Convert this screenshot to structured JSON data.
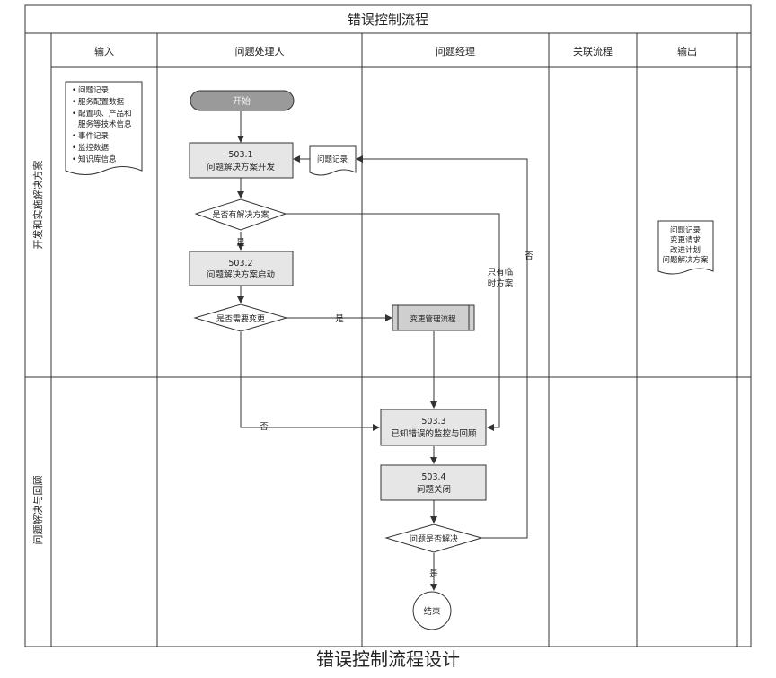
{
  "title": "错误控制流程",
  "caption": "错误控制流程设计",
  "lanes": [
    "输入",
    "问题处理人",
    "问题经理",
    "关联流程",
    "输出"
  ],
  "phases": [
    "开发和实施解决方案",
    "问题解决与回顾"
  ],
  "input_items": [
    "问题记录",
    "服务配置数据",
    "配置项、产品和",
    "服务等技术信息",
    "事件记录",
    "监控数据",
    "知识库信息"
  ],
  "output_items": [
    "问题记录",
    "变更请求",
    "改进计划",
    "问题解决方案"
  ],
  "nodes": {
    "start": "开始",
    "s5031_code": "503.1",
    "s5031_title": "问题解决方案开发",
    "problem_record_doc": "问题记录",
    "decision_has_solution": "是否有解决方案",
    "s5032_code": "503.2",
    "s5032_title": "问题解决方案启动",
    "decision_need_change": "是否需要变更",
    "change_process": "变更管理流程",
    "s5033_code": "503.3",
    "s5033_title": "已知错误的监控与回顾",
    "s5034_code": "503.4",
    "s5034_title": "问题关闭",
    "decision_resolved": "问题是否解决",
    "end": "结束"
  },
  "edge_labels": {
    "yes_1": "是",
    "yes_2": "是",
    "no_change": "否",
    "temp_solution_1": "只有临",
    "temp_solution_2": "时方案",
    "no_resolved": "否",
    "yes_3": "是"
  }
}
